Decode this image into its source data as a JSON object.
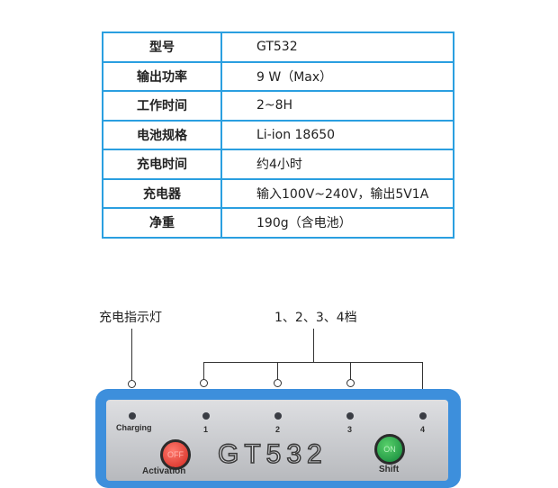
{
  "spec_table": {
    "rows": [
      {
        "key": "型号",
        "value": "GT532"
      },
      {
        "key": "输出功率",
        "value": "9 W（Max）"
      },
      {
        "key": "工作时间",
        "value": "2~8H"
      },
      {
        "key": "电池规格",
        "value": "Li-ion  18650"
      },
      {
        "key": "充电时间",
        "value": "约4小时"
      },
      {
        "key": "充电器",
        "value": "输入100V~240V，输出5V1A"
      },
      {
        "key": "净重",
        "value": "190g（含电池）"
      }
    ],
    "border_color": "#2a9fe0"
  },
  "diagram": {
    "charge_indicator_label": "充电指示灯",
    "levels_label": "1、2、3、4档",
    "device": {
      "model": "GT532",
      "charging_label": "Charging",
      "level_labels": [
        "1",
        "2",
        "3",
        "4"
      ],
      "off_button_label": "OFF",
      "off_caption": "Activation",
      "on_button_label": "ON",
      "on_caption": "Shift",
      "body_color": "#3d8fdc",
      "off_color": "#d3281f",
      "on_color": "#11863a"
    }
  }
}
